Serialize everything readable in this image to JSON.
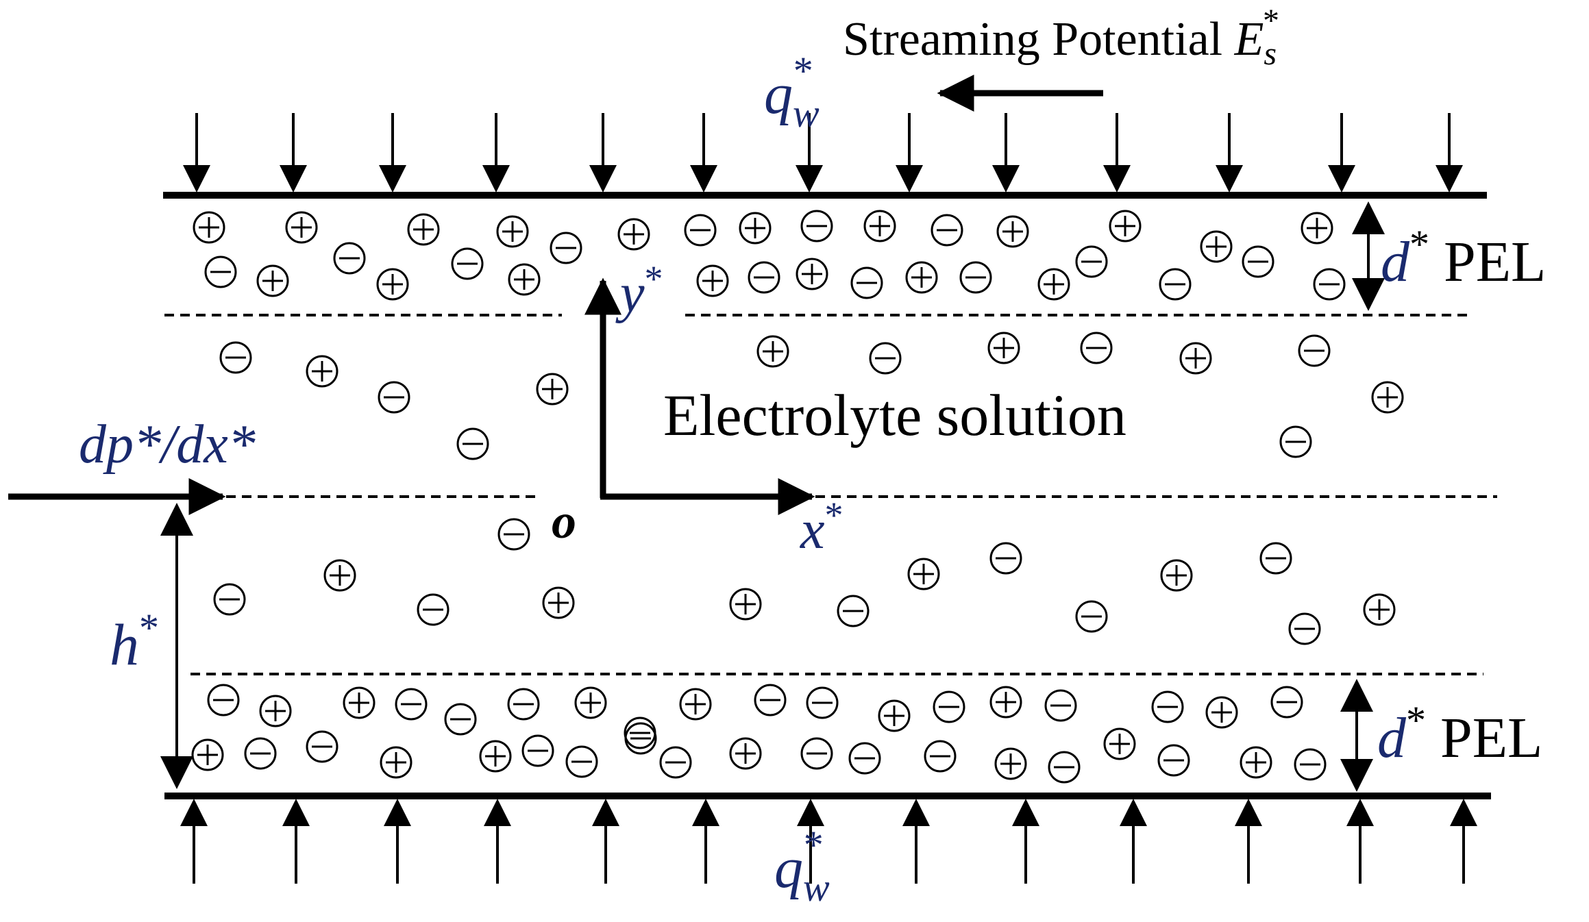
{
  "diagram": {
    "streaming_potential": {
      "text": "Streaming Potential ",
      "symbol": "E",
      "sub": "s",
      "sup": "*"
    },
    "heat_flux_top": {
      "symbol": "q",
      "sub": "w",
      "sup": "*"
    },
    "heat_flux_bottom": {
      "symbol": "q",
      "sub": "w",
      "sup": "*"
    },
    "pel_top": {
      "symbol": "d",
      "sup": "*",
      "text": " PEL"
    },
    "pel_bottom": {
      "symbol": "d",
      "sup": "*",
      "text": " PEL"
    },
    "electrolyte": "Electrolyte solution",
    "pressure_gradient": {
      "text": "dp*/dx*"
    },
    "origin": "o",
    "y_axis": {
      "symbol": "y",
      "sup": "*"
    },
    "x_axis": {
      "symbol": "x",
      "sup": "*"
    },
    "height": {
      "symbol": "h",
      "sup": "*"
    }
  },
  "ions_plus_glyph": "⊕",
  "ions_minus_glyph": "⊖"
}
